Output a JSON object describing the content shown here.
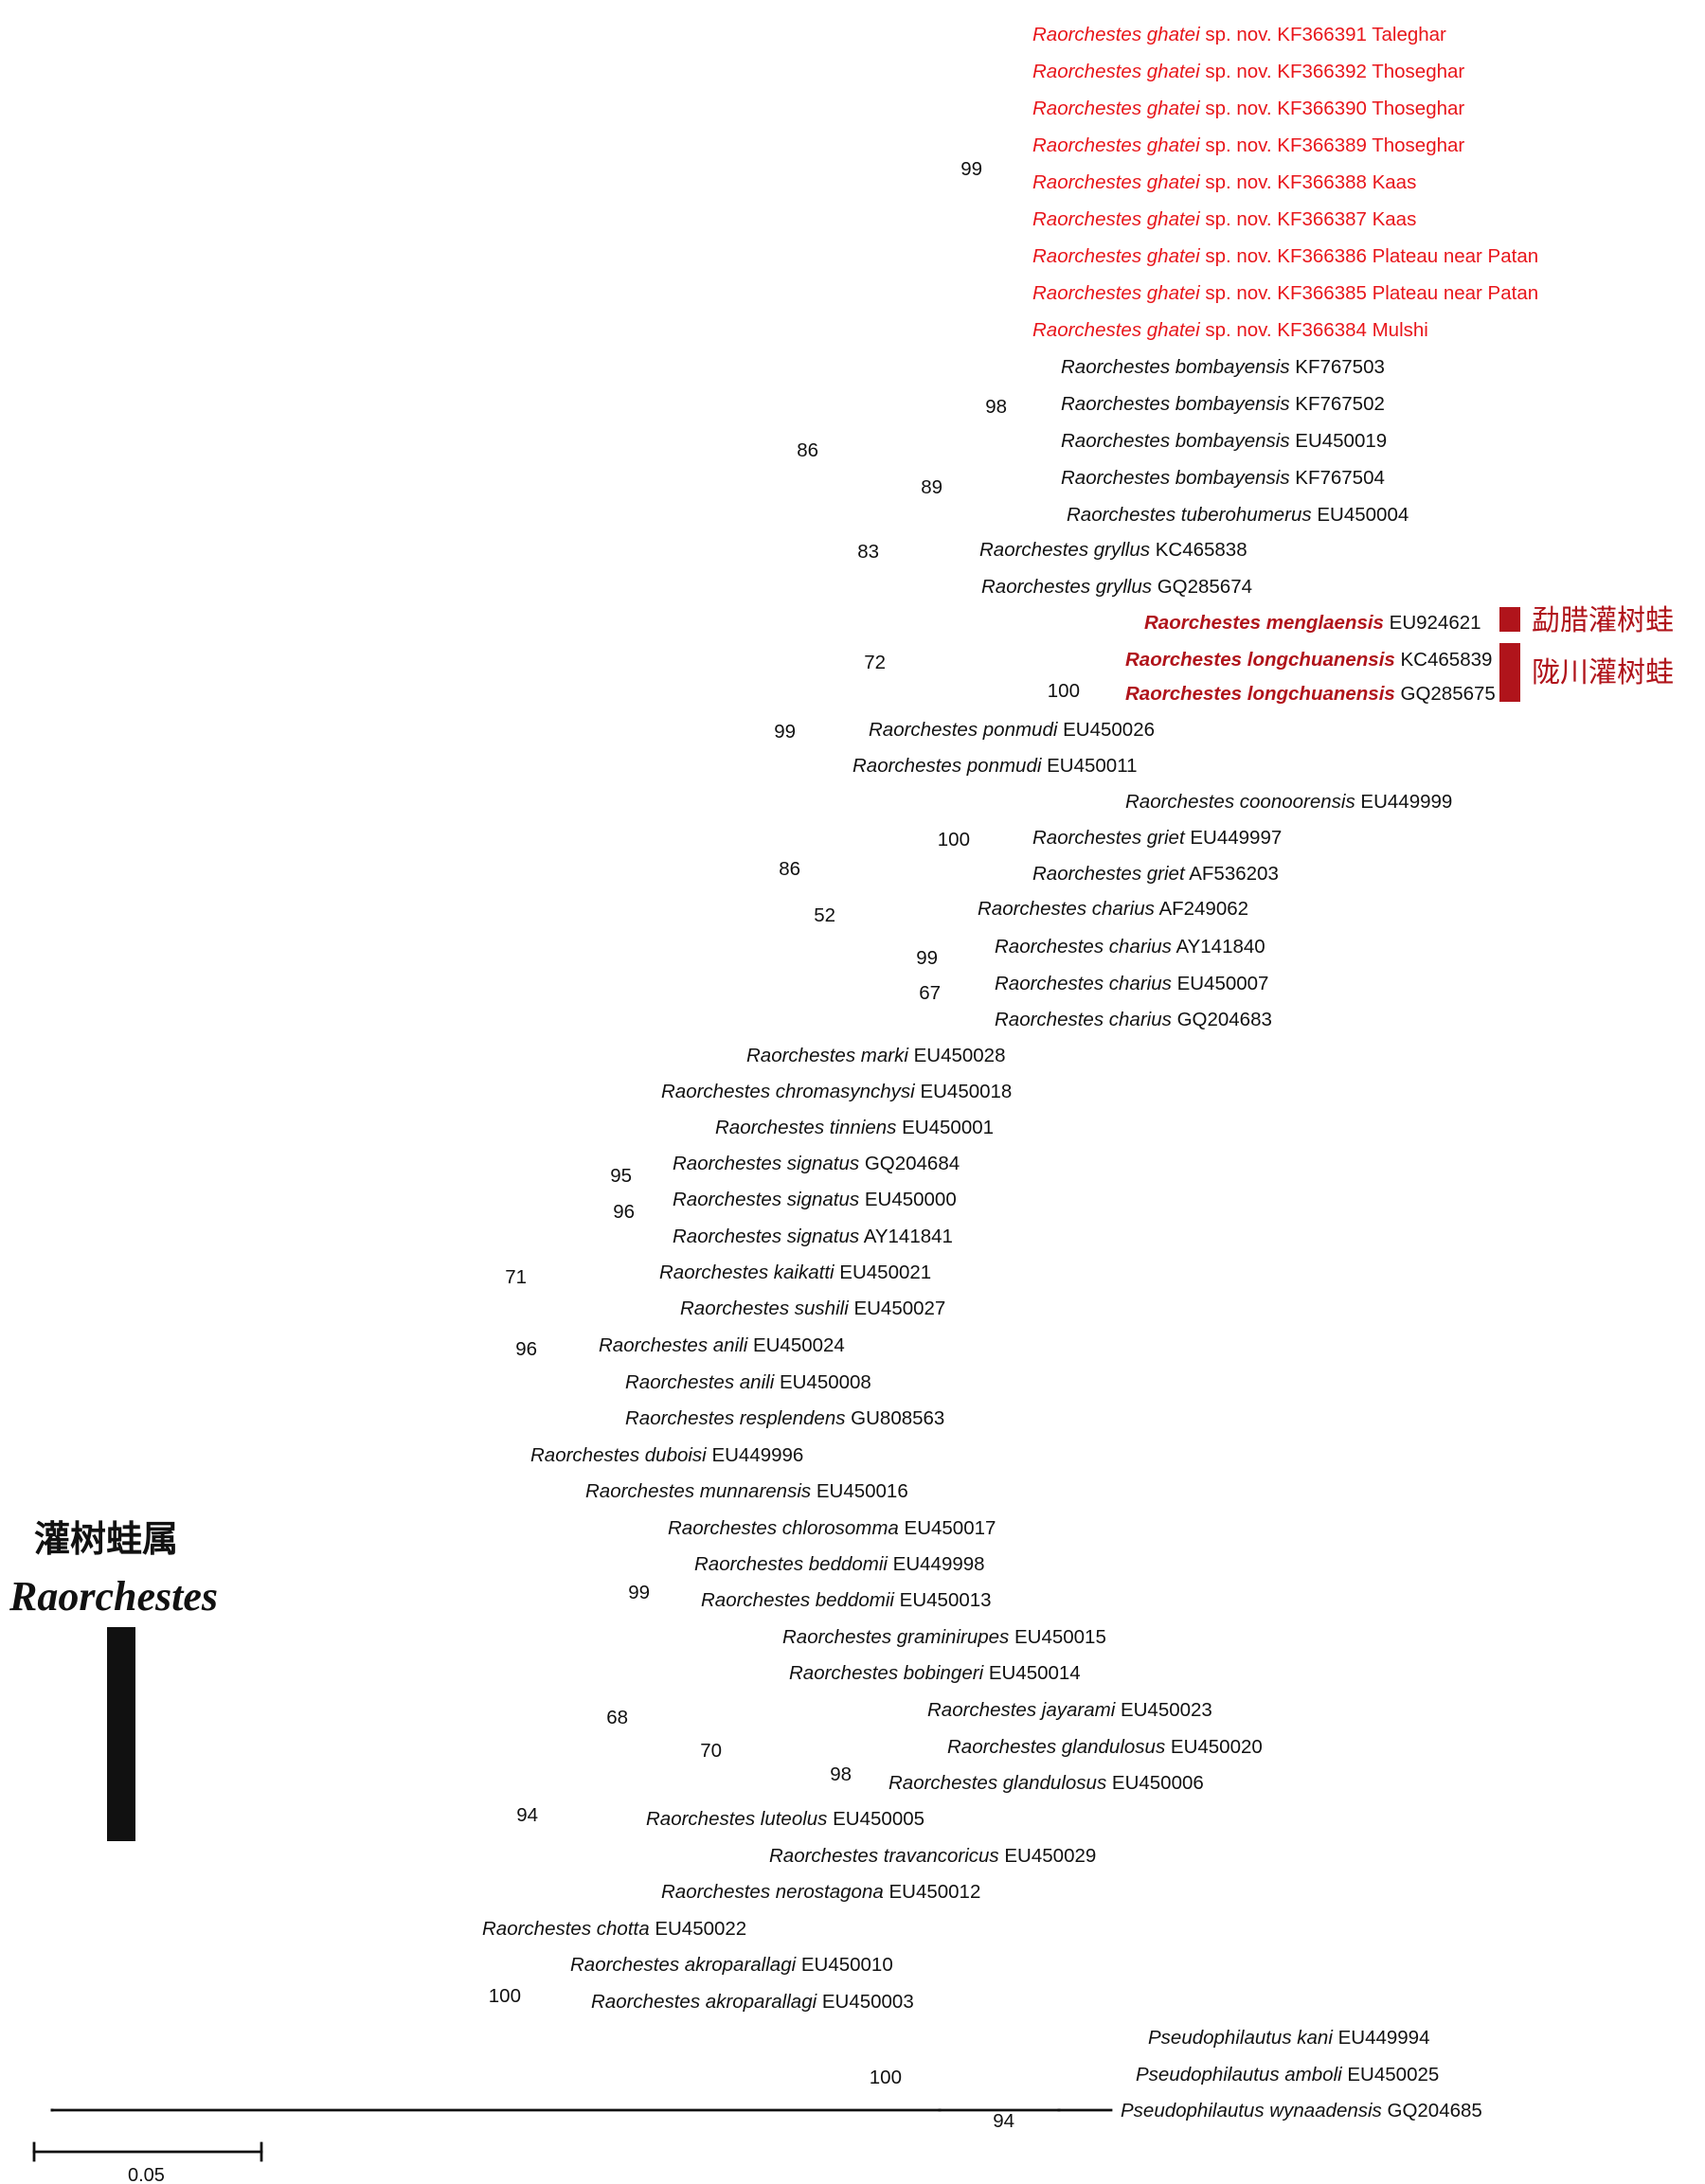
{
  "colors": {
    "new_species": "#e8161b",
    "highlight": "#b0141b",
    "default": "#111111"
  },
  "taxa": [
    {
      "sp": "Raorchestes ghatei",
      "mid": " sp. nov.",
      "acc": " KF366391 Taleghar",
      "color": "red"
    },
    {
      "sp": "Raorchestes ghatei",
      "mid": " sp. nov.",
      "acc": " KF366392 Thoseghar",
      "color": "red"
    },
    {
      "sp": "Raorchestes ghatei",
      "mid": " sp. nov.",
      "acc": " KF366390 Thoseghar",
      "color": "red"
    },
    {
      "sp": "Raorchestes ghatei",
      "mid": " sp. nov.",
      "acc": " KF366389 Thoseghar",
      "color": "red"
    },
    {
      "sp": "Raorchestes ghatei",
      "mid": " sp. nov.",
      "acc": " KF366388 Kaas",
      "color": "red"
    },
    {
      "sp": "Raorchestes ghatei",
      "mid": " sp. nov.",
      "acc": " KF366387 Kaas",
      "color": "red"
    },
    {
      "sp": "Raorchestes ghatei",
      "mid": " sp. nov.",
      "acc": " KF366386 Plateau near Patan",
      "color": "red"
    },
    {
      "sp": "Raorchestes ghatei",
      "mid": " sp. nov.",
      "acc": " KF366385 Plateau near Patan",
      "color": "red"
    },
    {
      "sp": "Raorchestes ghatei",
      "mid": " sp. nov.",
      "acc": " KF366384 Mulshi",
      "color": "red"
    },
    {
      "sp": "Raorchestes bombayensis",
      "mid": "",
      "acc": " KF767503",
      "color": "dark"
    },
    {
      "sp": "Raorchestes bombayensis",
      "mid": "",
      "acc": " KF767502",
      "color": "dark"
    },
    {
      "sp": "Raorchestes bombayensis",
      "mid": "",
      "acc": " EU450019",
      "color": "dark"
    },
    {
      "sp": "Raorchestes bombayensis",
      "mid": "",
      "acc": " KF767504",
      "color": "dark"
    },
    {
      "sp": "Raorchestes tuberohumerus",
      "mid": "",
      "acc": " EU450004",
      "color": "dark"
    },
    {
      "sp": "Raorchestes gryllus",
      "mid": "",
      "acc": " KC465838",
      "color": "dark"
    },
    {
      "sp": "Raorchestes gryllus",
      "mid": "",
      "acc": " GQ285674",
      "color": "dark"
    },
    {
      "sp": "Raorchestes menglaensis",
      "mid": "",
      "acc": " EU924621",
      "color": "dark",
      "bold": true
    },
    {
      "sp": "Raorchestes longchuanensis",
      "mid": "",
      "acc": " KC465839",
      "color": "dark",
      "bold": true
    },
    {
      "sp": "Raorchestes longchuanensis",
      "mid": "",
      "acc": " GQ285675",
      "color": "dark",
      "bold": true
    },
    {
      "sp": "Raorchestes ponmudi",
      "mid": "",
      "acc": " EU450026",
      "color": "dark"
    },
    {
      "sp": "Raorchestes ponmudi",
      "mid": "",
      "acc": " EU450011",
      "color": "dark"
    },
    {
      "sp": "Raorchestes coonoorensis",
      "mid": "",
      "acc": " EU449999",
      "color": "dark"
    },
    {
      "sp": "Raorchestes griet",
      "mid": "",
      "acc": " EU449997",
      "color": "dark"
    },
    {
      "sp": "Raorchestes griet",
      "mid": "",
      "acc": " AF536203",
      "color": "dark"
    },
    {
      "sp": "Raorchestes charius",
      "mid": "",
      "acc": " AF249062",
      "color": "dark"
    },
    {
      "sp": "Raorchestes charius",
      "mid": "",
      "acc": " AY141840",
      "color": "dark"
    },
    {
      "sp": "Raorchestes charius",
      "mid": "",
      "acc": " EU450007",
      "color": "dark"
    },
    {
      "sp": "Raorchestes charius",
      "mid": "",
      "acc": " GQ204683",
      "color": "dark"
    },
    {
      "sp": "Raorchestes marki",
      "mid": "",
      "acc": " EU450028",
      "color": "dark"
    },
    {
      "sp": "Raorchestes chromasynchysi",
      "mid": "",
      "acc": " EU450018",
      "color": "dark"
    },
    {
      "sp": "Raorchestes tinniens",
      "mid": "",
      "acc": " EU450001",
      "color": "dark"
    },
    {
      "sp": "Raorchestes signatus",
      "mid": "",
      "acc": " GQ204684",
      "color": "dark"
    },
    {
      "sp": "Raorchestes signatus",
      "mid": "",
      "acc": " EU450000",
      "color": "dark"
    },
    {
      "sp": "Raorchestes signatus",
      "mid": "",
      "acc": " AY141841",
      "color": "dark"
    },
    {
      "sp": "Raorchestes kaikatti",
      "mid": "",
      "acc": " EU450021",
      "color": "dark"
    },
    {
      "sp": "Raorchestes sushili",
      "mid": "",
      "acc": " EU450027",
      "color": "dark"
    },
    {
      "sp": "Raorchestes anili",
      "mid": "",
      "acc": " EU450024",
      "color": "dark"
    },
    {
      "sp": "Raorchestes anili",
      "mid": "",
      "acc": " EU450008",
      "color": "dark"
    },
    {
      "sp": "Raorchestes resplendens",
      "mid": "",
      "acc": " GU808563",
      "color": "dark"
    },
    {
      "sp": "Raorchestes duboisi",
      "mid": "",
      "acc": " EU449996",
      "color": "dark"
    },
    {
      "sp": "Raorchestes munnarensis",
      "mid": "",
      "acc": " EU450016",
      "color": "dark"
    },
    {
      "sp": "Raorchestes chlorosomma",
      "mid": "",
      "acc": " EU450017",
      "color": "dark"
    },
    {
      "sp": "Raorchestes beddomii",
      "mid": "",
      "acc": " EU449998",
      "color": "dark"
    },
    {
      "sp": "Raorchestes beddomii",
      "mid": "",
      "acc": " EU450013",
      "color": "dark"
    },
    {
      "sp": "Raorchestes graminirupes",
      "mid": "",
      "acc": " EU450015",
      "color": "dark"
    },
    {
      "sp": "Raorchestes bobingeri",
      "mid": "",
      "acc": " EU450014",
      "color": "dark"
    },
    {
      "sp": "Raorchestes jayarami",
      "mid": "",
      "acc": " EU450023",
      "color": "dark"
    },
    {
      "sp": "Raorchestes glandulosus",
      "mid": "",
      "acc": " EU450020",
      "color": "dark"
    },
    {
      "sp": "Raorchestes glandulosus",
      "mid": "",
      "acc": " EU450006",
      "color": "dark"
    },
    {
      "sp": "Raorchestes luteolus",
      "mid": "",
      "acc": " EU450005",
      "color": "dark"
    },
    {
      "sp": "Raorchestes travancoricus",
      "mid": "",
      "acc": " EU450029",
      "color": "dark"
    },
    {
      "sp": "Raorchestes nerostagona",
      "mid": "",
      "acc": " EU450012",
      "color": "dark"
    },
    {
      "sp": "Raorchestes chotta",
      "mid": "",
      "acc": " EU450022",
      "color": "dark"
    },
    {
      "sp": "Raorchestes akroparallagi",
      "mid": "",
      "acc": " EU450010",
      "color": "dark"
    },
    {
      "sp": "Raorchestes akroparallagi",
      "mid": "",
      "acc": " EU450003",
      "color": "dark"
    },
    {
      "sp": "Pseudophilautus kani",
      "mid": "",
      "acc": " EU449994",
      "color": "dark"
    },
    {
      "sp": "Pseudophilautus amboli",
      "mid": "",
      "acc": " EU450025",
      "color": "dark"
    },
    {
      "sp": "Pseudophilautus wynaadensis",
      "mid": "",
      "acc": " GQ204685",
      "color": "dark"
    }
  ],
  "bootstrap": [
    "99",
    "98",
    "89",
    "86",
    "83",
    "72",
    "100",
    "99",
    "86",
    "100",
    "52",
    "99",
    "67",
    "95",
    "96",
    "71",
    "96",
    "99",
    "68",
    "70",
    "98",
    "94",
    "100",
    "100",
    "94"
  ],
  "annotations": {
    "menglaensis_cn": "勐腊灌树蛙",
    "longchuanensis_cn": "陇川灌树蛙",
    "genus_cn": "灌树蛙属",
    "genus_latin": "Raorchestes"
  },
  "scale_bar": {
    "label": "0.05"
  }
}
